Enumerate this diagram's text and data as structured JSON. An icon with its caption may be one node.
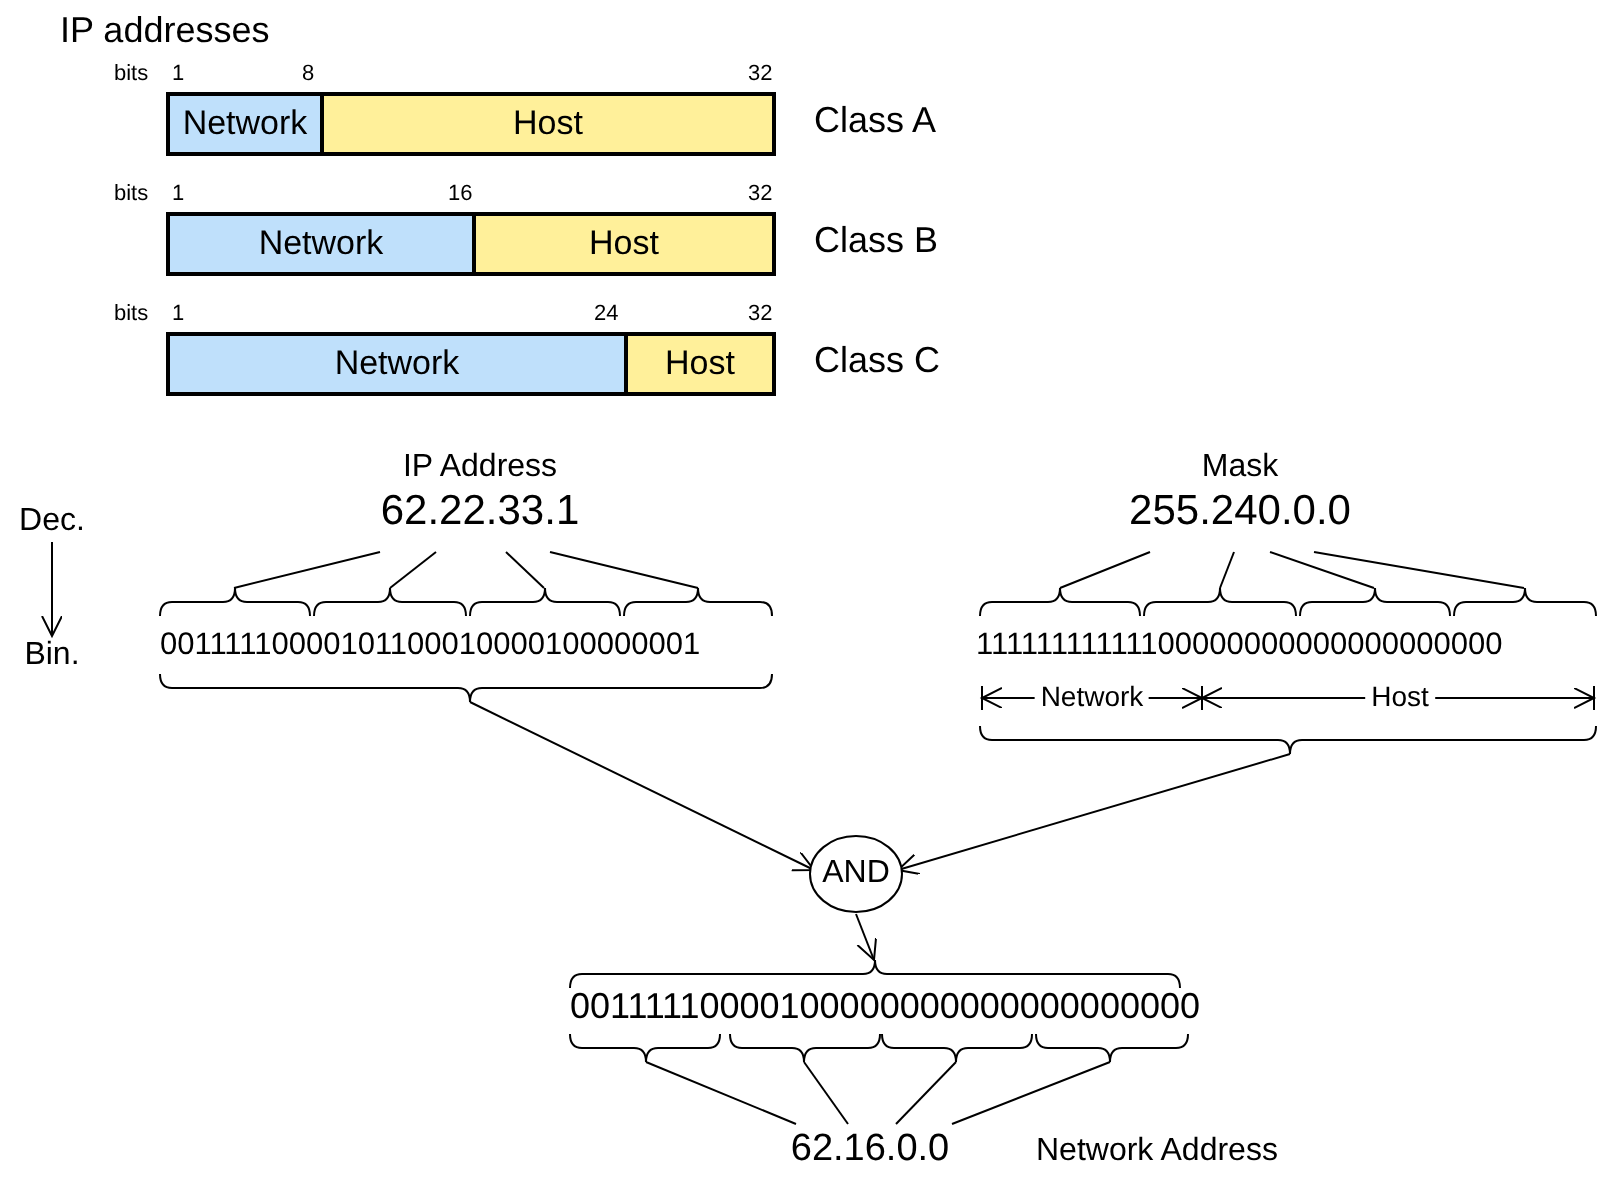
{
  "diagram": {
    "title": "IP addresses",
    "nodes": [
      {
        "text": [
          "Network"
        ]
      },
      {
        "text": [
          "Host"
        ]
      },
      {
        "text": [
          "Network"
        ]
      },
      {
        "text": [
          "Host"
        ]
      },
      {
        "text": [
          "Network"
        ]
      },
      {
        "text": [
          "Host"
        ]
      },
      {
        "text": [
          "Dec."
        ]
      },
      {
        "text": [
          "IP Address",
          "62.22.33.1"
        ]
      },
      {
        "text": [
          "Mask",
          "255.240.0.0"
        ]
      },
      {
        "text": [
          "Bin."
        ]
      },
      {
        "text": [
          "00111110000101100010000100000001"
        ]
      },
      {
        "text": [
          "11111111111100000000000000000000"
        ]
      },
      {
        "text": [
          "AND"
        ]
      },
      {
        "text": [
          "00111110000100000000000000000000"
        ]
      },
      {
        "text": [
          "62.16.0.0"
        ],
        "beside": [
          "Network Address"
        ]
      }
    ],
    "edges": [
      {
        "from": 6,
        "to": 9,
        "arrow": "to"
      },
      {
        "from": 7,
        "to": 10,
        "arrow": "none"
      },
      {
        "from": 7,
        "to": 10,
        "arrow": "none"
      },
      {
        "from": 7,
        "to": 10,
        "arrow": "none"
      },
      {
        "from": 7,
        "to": 10,
        "arrow": "none"
      },
      {
        "from": 8,
        "to": 11,
        "arrow": "none"
      },
      {
        "from": 8,
        "to": 11,
        "arrow": "none"
      },
      {
        "from": 8,
        "to": 11,
        "arrow": "none"
      },
      {
        "from": 8,
        "to": 11,
        "arrow": "none"
      },
      {
        "from": 10,
        "to": 12,
        "arrow": "to"
      },
      {
        "from": 11,
        "to": 12,
        "arrow": "to"
      },
      {
        "from": 12,
        "to": 13,
        "arrow": "to"
      },
      {
        "from": 13,
        "to": 14,
        "arrow": "none"
      },
      {
        "from": 13,
        "to": 14,
        "arrow": "none"
      },
      {
        "from": 13,
        "to": 14,
        "arrow": "none"
      },
      {
        "from": 13,
        "to": 14,
        "arrow": "none"
      }
    ],
    "labels": [
      "bits",
      "1",
      "8",
      "32",
      "Class A",
      "bits",
      "1",
      "16",
      "32",
      "Class B",
      "bits",
      "1",
      "24",
      "32",
      "Class C",
      "Network",
      "Host"
    ]
  }
}
